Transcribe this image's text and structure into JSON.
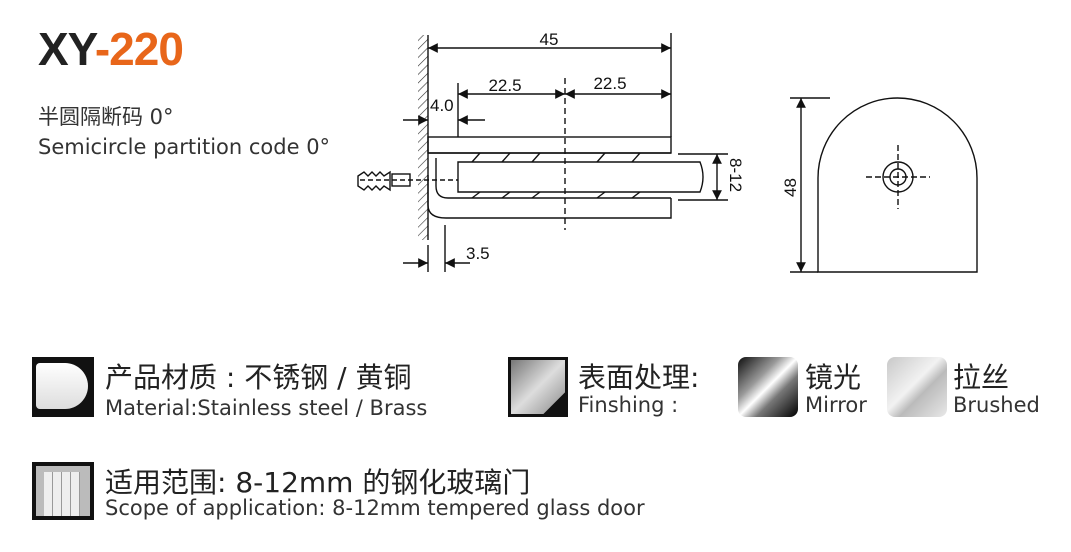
{
  "title": {
    "model": "XY",
    "code": "-220"
  },
  "subtitle": {
    "cn": "半圆隔断码 0°",
    "en": "Semicircle partition code 0°"
  },
  "drawing": {
    "dims": {
      "total": "45",
      "half_left": "22.5",
      "half_right": "22.5",
      "offset": "4.0",
      "glass": "8-12",
      "gap": "3.5",
      "height": "48"
    }
  },
  "material": {
    "cn": "产品材质 : 不锈钢 / 黄铜",
    "en": "Material:Stainless steel / Brass"
  },
  "finishing": {
    "cn": "表面处理:",
    "en": "Finshing :",
    "options": [
      {
        "cn": "镜光",
        "en": "Mirror"
      },
      {
        "cn": "拉丝",
        "en": "Brushed"
      }
    ]
  },
  "application": {
    "cn": "适用范围:  8-12mm 的钢化玻璃门",
    "en": "Scope of application: 8-12mm tempered glass door"
  },
  "colors": {
    "accent": "#e8661a",
    "text": "#222222"
  }
}
